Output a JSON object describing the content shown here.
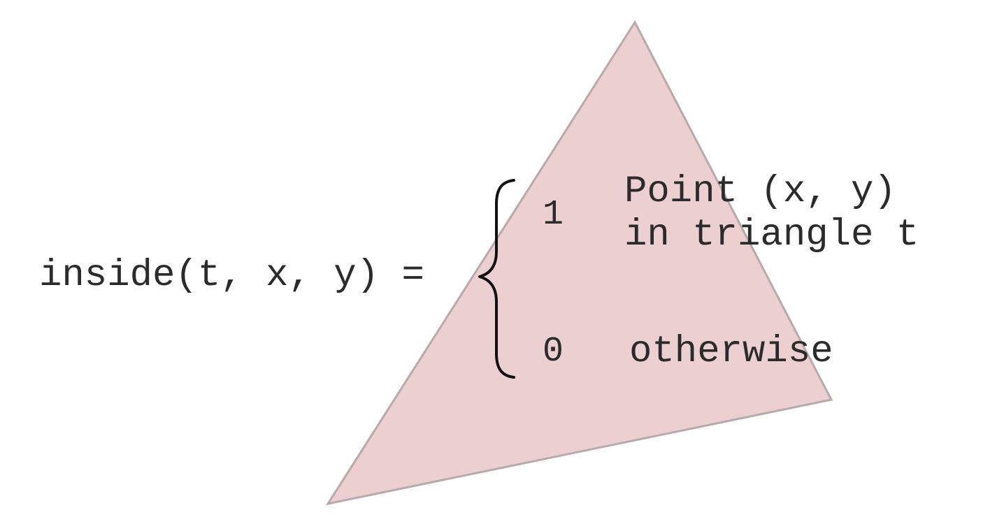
{
  "diagram": {
    "triangle_color": "#ecd0d1",
    "triangle_edge_color": "#b9a9aa",
    "text_color": "#2b2b2b",
    "function_lhs": "inside(t, x, y) =",
    "cases": [
      {
        "value": "1",
        "condition_lines": [
          "Point (x, y)",
          "in triangle t"
        ]
      },
      {
        "value": "0",
        "condition_lines": [
          "otherwise"
        ]
      }
    ]
  }
}
